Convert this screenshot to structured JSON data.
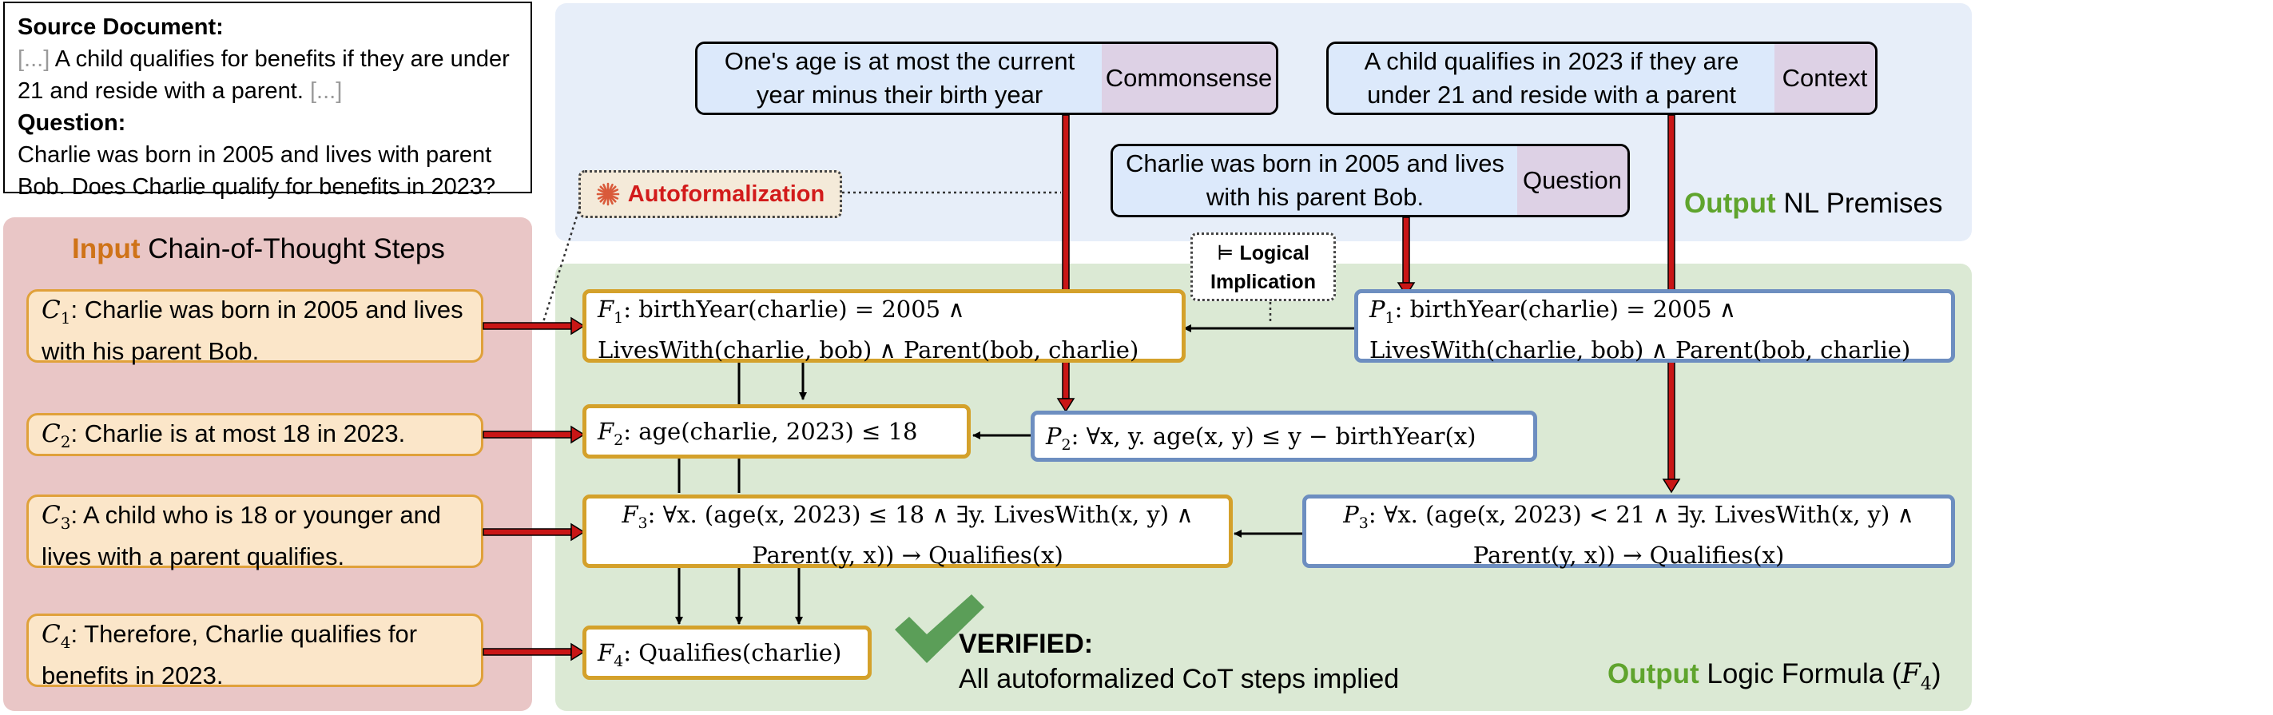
{
  "source": {
    "doc_heading": "Source Document:",
    "doc_ellipsis_start": "[...]",
    "doc_text": "A child qualifies for benefits if they are under 21 and reside with a parent.",
    "doc_ellipsis_end": "[...]",
    "question_heading": "Question:",
    "question_text": "Charlie was born in 2005 and lives with parent Bob. Does Charlie qualify for benefits in 2023?"
  },
  "input_panel": {
    "title_highlight": "Input",
    "title_rest": "Chain-of-Thought Steps",
    "steps": [
      {
        "label": "C",
        "sub": "1",
        "text": ": Charlie was born in 2005 and lives with his parent Bob."
      },
      {
        "label": "C",
        "sub": "2",
        "text": ": Charlie is at most 18 in 2023."
      },
      {
        "label": "C",
        "sub": "3",
        "text": ": A child who is 18 or younger and lives with a parent qualifies."
      },
      {
        "label": "C",
        "sub": "4",
        "text": ": Therefore, Charlie qualifies for benefits in 2023."
      }
    ]
  },
  "nl_premises": {
    "title_highlight": "Output",
    "title_rest": "NL Premises",
    "commonsense": {
      "text": "One's age is at most the current year minus their birth year",
      "tag": "Commonsense"
    },
    "context": {
      "text": "A child qualifies in 2023 if they are under 21 and reside with a parent",
      "tag": "Context"
    },
    "question": {
      "text": "Charlie was born in 2005 and lives with his parent Bob.",
      "tag": "Question"
    }
  },
  "autoformalization": {
    "label": "Autoformalization",
    "icon": "sparkle-icon"
  },
  "logical_implication": {
    "symbol": "⊨",
    "line1": "Logical",
    "line2": "Implication"
  },
  "formulas": [
    {
      "label": "F",
      "sub": "1",
      "line1": ": birthYear(charlie) = 2005 ∧",
      "line2": "LivesWith(charlie, bob) ∧ Parent(bob, charlie)"
    },
    {
      "label": "F",
      "sub": "2",
      "line1": ": age(charlie, 2023) ≤ 18",
      "line2": ""
    },
    {
      "label": "F",
      "sub": "3",
      "line1": ": ∀x. (age(x, 2023) ≤ 18 ∧ ∃y. LivesWith(x, y) ∧",
      "line2": "Parent(y, x)) → Qualifies(x)"
    },
    {
      "label": "F",
      "sub": "4",
      "line1": ": Qualifies(charlie)",
      "line2": ""
    }
  ],
  "premises": [
    {
      "label": "P",
      "sub": "1",
      "line1": ": birthYear(charlie) = 2005 ∧",
      "line2": "LivesWith(charlie, bob) ∧ Parent(bob, charlie)"
    },
    {
      "label": "P",
      "sub": "2",
      "line1": ": ∀x, y. age(x, y) ≤ y − birthYear(x)",
      "line2": ""
    },
    {
      "label": "P",
      "sub": "3",
      "line1": ": ∀x. (age(x, 2023) < 21 ∧ ∃y. LivesWith(x, y) ∧",
      "line2": "Parent(y, x)) → Qualifies(x)"
    }
  ],
  "verified": {
    "title": "VERIFIED:",
    "text": "All autoformalized CoT steps implied"
  },
  "logic_panel": {
    "title_highlight": "Output",
    "title_rest": "Logic Formula (",
    "symbol": "F",
    "sub": "4",
    "close": ")"
  },
  "colors": {
    "input_bg": "#e9c6c6",
    "premise_band": "#e7eef9",
    "logic_band": "#dbe9d4",
    "formula_border": "#d4a12b",
    "premise_border": "#6d8ec0",
    "red_arrow": "#c91616",
    "check": "#5b9e58"
  }
}
